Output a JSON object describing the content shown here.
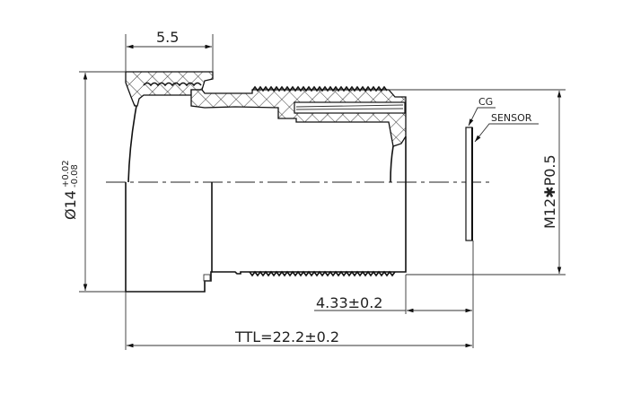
{
  "diagram": {
    "type": "lens-mechanical-drawing",
    "dimensions": {
      "cap_length": "5.5",
      "outer_diameter_label": "Ø14",
      "outer_diameter_tol_plus": "+0.02",
      "outer_diameter_tol_minus": "-0.08",
      "thread_spec": "M12✱P0.5",
      "back_focal": "4.33±0.2",
      "ttl": "TTL=22.2±0.2"
    },
    "labels": {
      "cover_glass": "CG",
      "sensor": "SENSOR"
    },
    "colors": {
      "line": "#111111",
      "background": "#ffffff"
    }
  }
}
